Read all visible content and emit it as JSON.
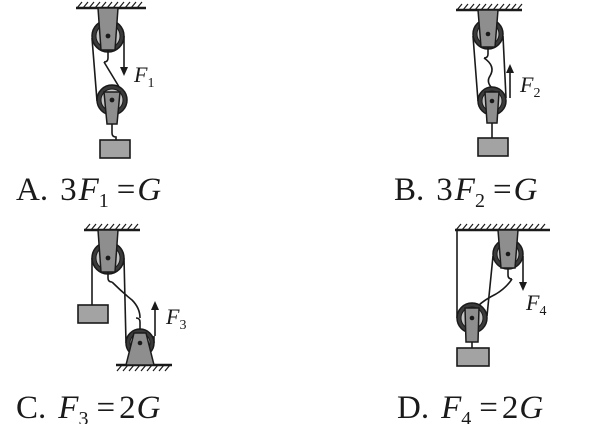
{
  "colors": {
    "ink": "#1a1a1a",
    "housing": "#8e8e8e",
    "pulley_face": "#c4c4c4",
    "weight": "#a3a3a3"
  },
  "force_labels": [
    {
      "symbol": "F",
      "sub": "1"
    },
    {
      "symbol": "F",
      "sub": "2"
    },
    {
      "symbol": "F",
      "sub": "3"
    },
    {
      "symbol": "F",
      "sub": "4"
    }
  ],
  "options": [
    {
      "letter": "A.",
      "coef": "3",
      "force": "F",
      "sub": "1",
      "equals": "=",
      "rhs": "G"
    },
    {
      "letter": "B.",
      "coef": "3",
      "force": "F",
      "sub": "2",
      "equals": "=",
      "rhs": "G"
    },
    {
      "letter": "C.",
      "force": "F",
      "sub": "3",
      "equals": "=",
      "rhs_coef": "2",
      "rhs": "G"
    },
    {
      "letter": "D.",
      "force": "F",
      "sub": "4",
      "equals": "=",
      "rhs_coef": "2",
      "rhs": "G"
    }
  ]
}
